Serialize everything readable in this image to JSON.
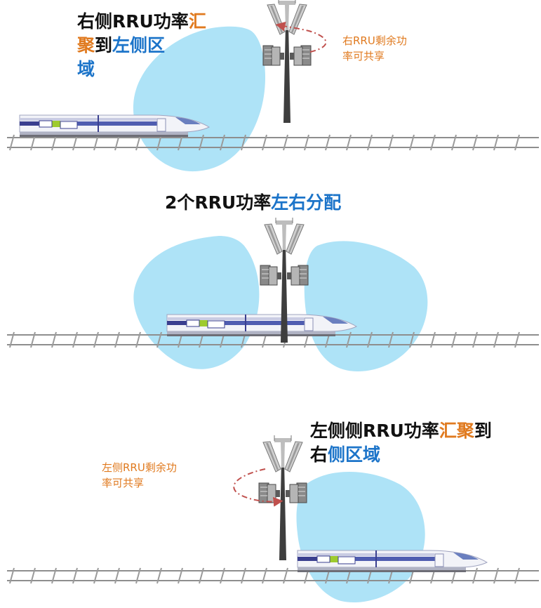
{
  "colors": {
    "coverage": "#aee3f7",
    "black": "#111111",
    "orange": "#e07a1f",
    "blue": "#1c74c9",
    "track": "#8e8e8e",
    "note": "#e07a1f",
    "arrow": "#c0504d"
  },
  "panel1": {
    "title": {
      "p1": "右侧RRU功率",
      "p2": "汇聚",
      "p3": "到",
      "p4": "左侧区",
      "p5": "域"
    },
    "note": {
      "l1": "右RRU剩余功",
      "l2": "率可共享"
    }
  },
  "panel2": {
    "title": {
      "p1": "2个RRU功率",
      "p2": "左右分配"
    }
  },
  "panel3": {
    "title": {
      "p1": "左侧侧RRU功率",
      "p2": "汇聚",
      "p3": "到",
      "p4": "右",
      "p5": "侧区域"
    },
    "note": {
      "l1": "左侧RRU剩余功",
      "l2": "率可共享"
    }
  }
}
